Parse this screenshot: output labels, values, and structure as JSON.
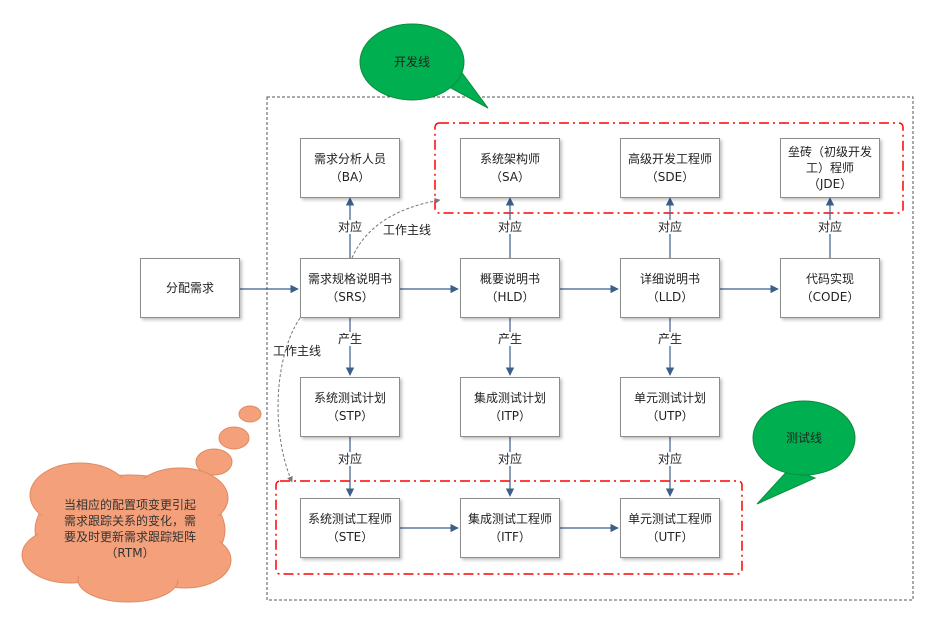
{
  "nodes": {
    "ba": {
      "line1": "需求分析人员",
      "line2": "（BA）"
    },
    "sa": {
      "line1": "系统架构师",
      "line2": "（SA）"
    },
    "sde": {
      "line1": "高级开发工程师",
      "line2": "（SDE）"
    },
    "jde": {
      "line1": "垒砖（初级开发",
      "line2": "工）程师",
      "line3": "（JDE）"
    },
    "fenpei": {
      "line1": "分配需求"
    },
    "srs": {
      "line1": "需求规格说明书",
      "line2": "（SRS）"
    },
    "hld": {
      "line1": "概要说明书",
      "line2": "（HLD）"
    },
    "lld": {
      "line1": "详细说明书",
      "line2": "（LLD）"
    },
    "code": {
      "line1": "代码实现",
      "line2": "（CODE）"
    },
    "stp": {
      "line1": "系统测试计划",
      "line2": "（STP）"
    },
    "itp": {
      "line1": "集成测试计划",
      "line2": "（ITP）"
    },
    "utp": {
      "line1": "单元测试计划",
      "line2": "（UTP）"
    },
    "ste": {
      "line1": "系统测试工程师",
      "line2": "（STE）"
    },
    "itf": {
      "line1": "集成测试工程师",
      "line2": "（ITF）"
    },
    "utf": {
      "line1": "单元测试工程师",
      "line2": "（UTF）"
    }
  },
  "labels": {
    "duiying": "对应",
    "chansheng": "产生",
    "gongzuo": "工作主线"
  },
  "bubbles": {
    "dev": "开发线",
    "test": "测试线",
    "note": {
      "line1": "当相应的配置项变更引起",
      "line2": "需求跟踪关系的变化，需",
      "line3": "要及时更新需求跟踪矩阵",
      "line4": "（RTM）"
    }
  },
  "colors": {
    "green": "#00b050",
    "orange": "#f4a07a",
    "red": "#ff0000",
    "arrow": "#3b5f8a"
  }
}
